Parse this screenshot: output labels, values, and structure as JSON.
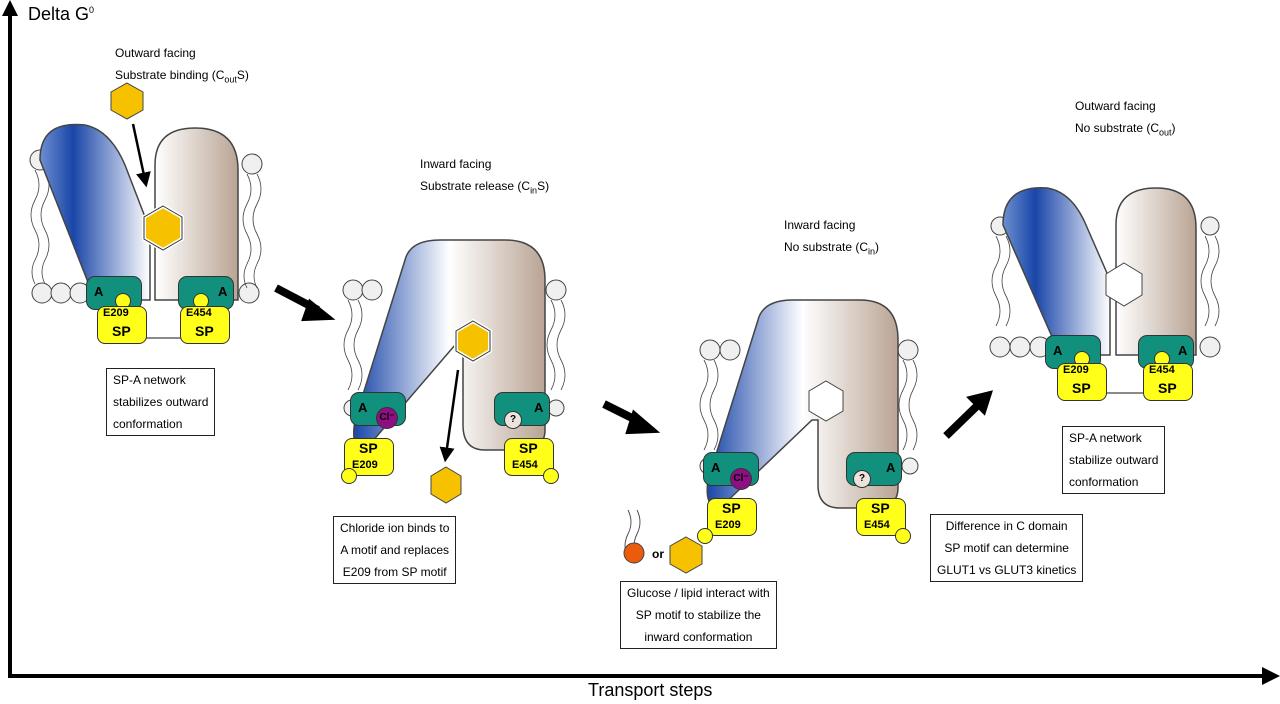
{
  "axes": {
    "y_label": "Delta G",
    "y_label_sup": "0",
    "x_label": "Transport steps"
  },
  "states": [
    {
      "id": "state-1",
      "line1": "Outward facing",
      "line2_pre": "Substrate binding (C",
      "line2_sub": "out",
      "line2_post": "S)",
      "note": [
        "SP-A network",
        "stabilizes outward",
        "conformation"
      ]
    },
    {
      "id": "state-2",
      "line1": "Inward facing",
      "line2_pre": "Substrate release (C",
      "line2_sub": "in",
      "line2_post": "S)",
      "note": [
        "Chloride ion binds to",
        "A motif and replaces",
        "E209 from SP motif"
      ]
    },
    {
      "id": "state-3",
      "line1": "Inward facing",
      "line2_pre": "No substrate  (C",
      "line2_sub": "in",
      "line2_post": ")",
      "note": [
        "Glucose / lipid interact with",
        "SP motif to stabilize the",
        "inward conformation"
      ],
      "or_label": "or"
    },
    {
      "id": "state-4",
      "line1": "Outward facing",
      "line2_pre": "No substrate (C",
      "line2_sub": "out",
      "line2_post": ")",
      "note": [
        "SP-A network",
        "stabilize outward",
        "conformation"
      ]
    }
  ],
  "side_note": [
    "Difference in C domain",
    "SP motif can determine",
    "GLUT1 vs GLUT3 kinetics"
  ],
  "motifs": {
    "a_label": "A",
    "sp_label": "SP",
    "residue_n": "E209",
    "residue_c": "E454",
    "chloride": "Cl⁻",
    "unknown": "?"
  },
  "colors": {
    "blue_domain": "#1a46a8",
    "beige_domain": "#b9a494",
    "a_motif": "#11917d",
    "sp_motif": "#ffff1a",
    "substrate": "#f6c200",
    "chloride": "#8e0f83",
    "lipid_head": "#f0f0f0",
    "lipid_ball": "#ec5b0c"
  }
}
